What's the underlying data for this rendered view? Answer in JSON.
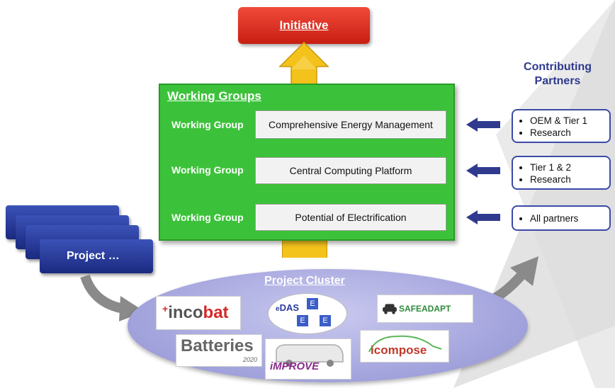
{
  "initiative": {
    "label": "Initiative",
    "color": "#d9261c"
  },
  "working_groups": {
    "title": "Working Groups",
    "color": "#3cc23a",
    "rows": [
      {
        "label": "Working Group",
        "topic": "Comprehensive Energy Management"
      },
      {
        "label": "Working Group",
        "topic": "Central Computing Platform"
      },
      {
        "label": "Working Group",
        "topic": "Potential of Electrification"
      }
    ]
  },
  "contributing_partners": {
    "title_line1": "Contributing",
    "title_line2": "Partners",
    "color": "#2f3a8f",
    "groups": [
      {
        "items": [
          "OEM & Tier 1",
          "Research"
        ]
      },
      {
        "items": [
          "Tier 1 & 2",
          "Research"
        ]
      },
      {
        "items": [
          "All partners"
        ]
      }
    ]
  },
  "project": {
    "label": "Project …",
    "color": "#2a3c9e"
  },
  "project_cluster": {
    "title": "Project Cluster",
    "logos": {
      "incobat": {
        "prefix": "+",
        "text_1": "inco",
        "text_2": "bat"
      },
      "edas": {
        "prefix": "e",
        "text": "DAS",
        "tile": "E"
      },
      "safeadapt": {
        "text": "SAFEADAPT"
      },
      "batteries": {
        "text": "Batteries",
        "year": "2020"
      },
      "improve": {
        "text": "MPROVE"
      },
      "icompose": {
        "text": "compose"
      }
    }
  }
}
